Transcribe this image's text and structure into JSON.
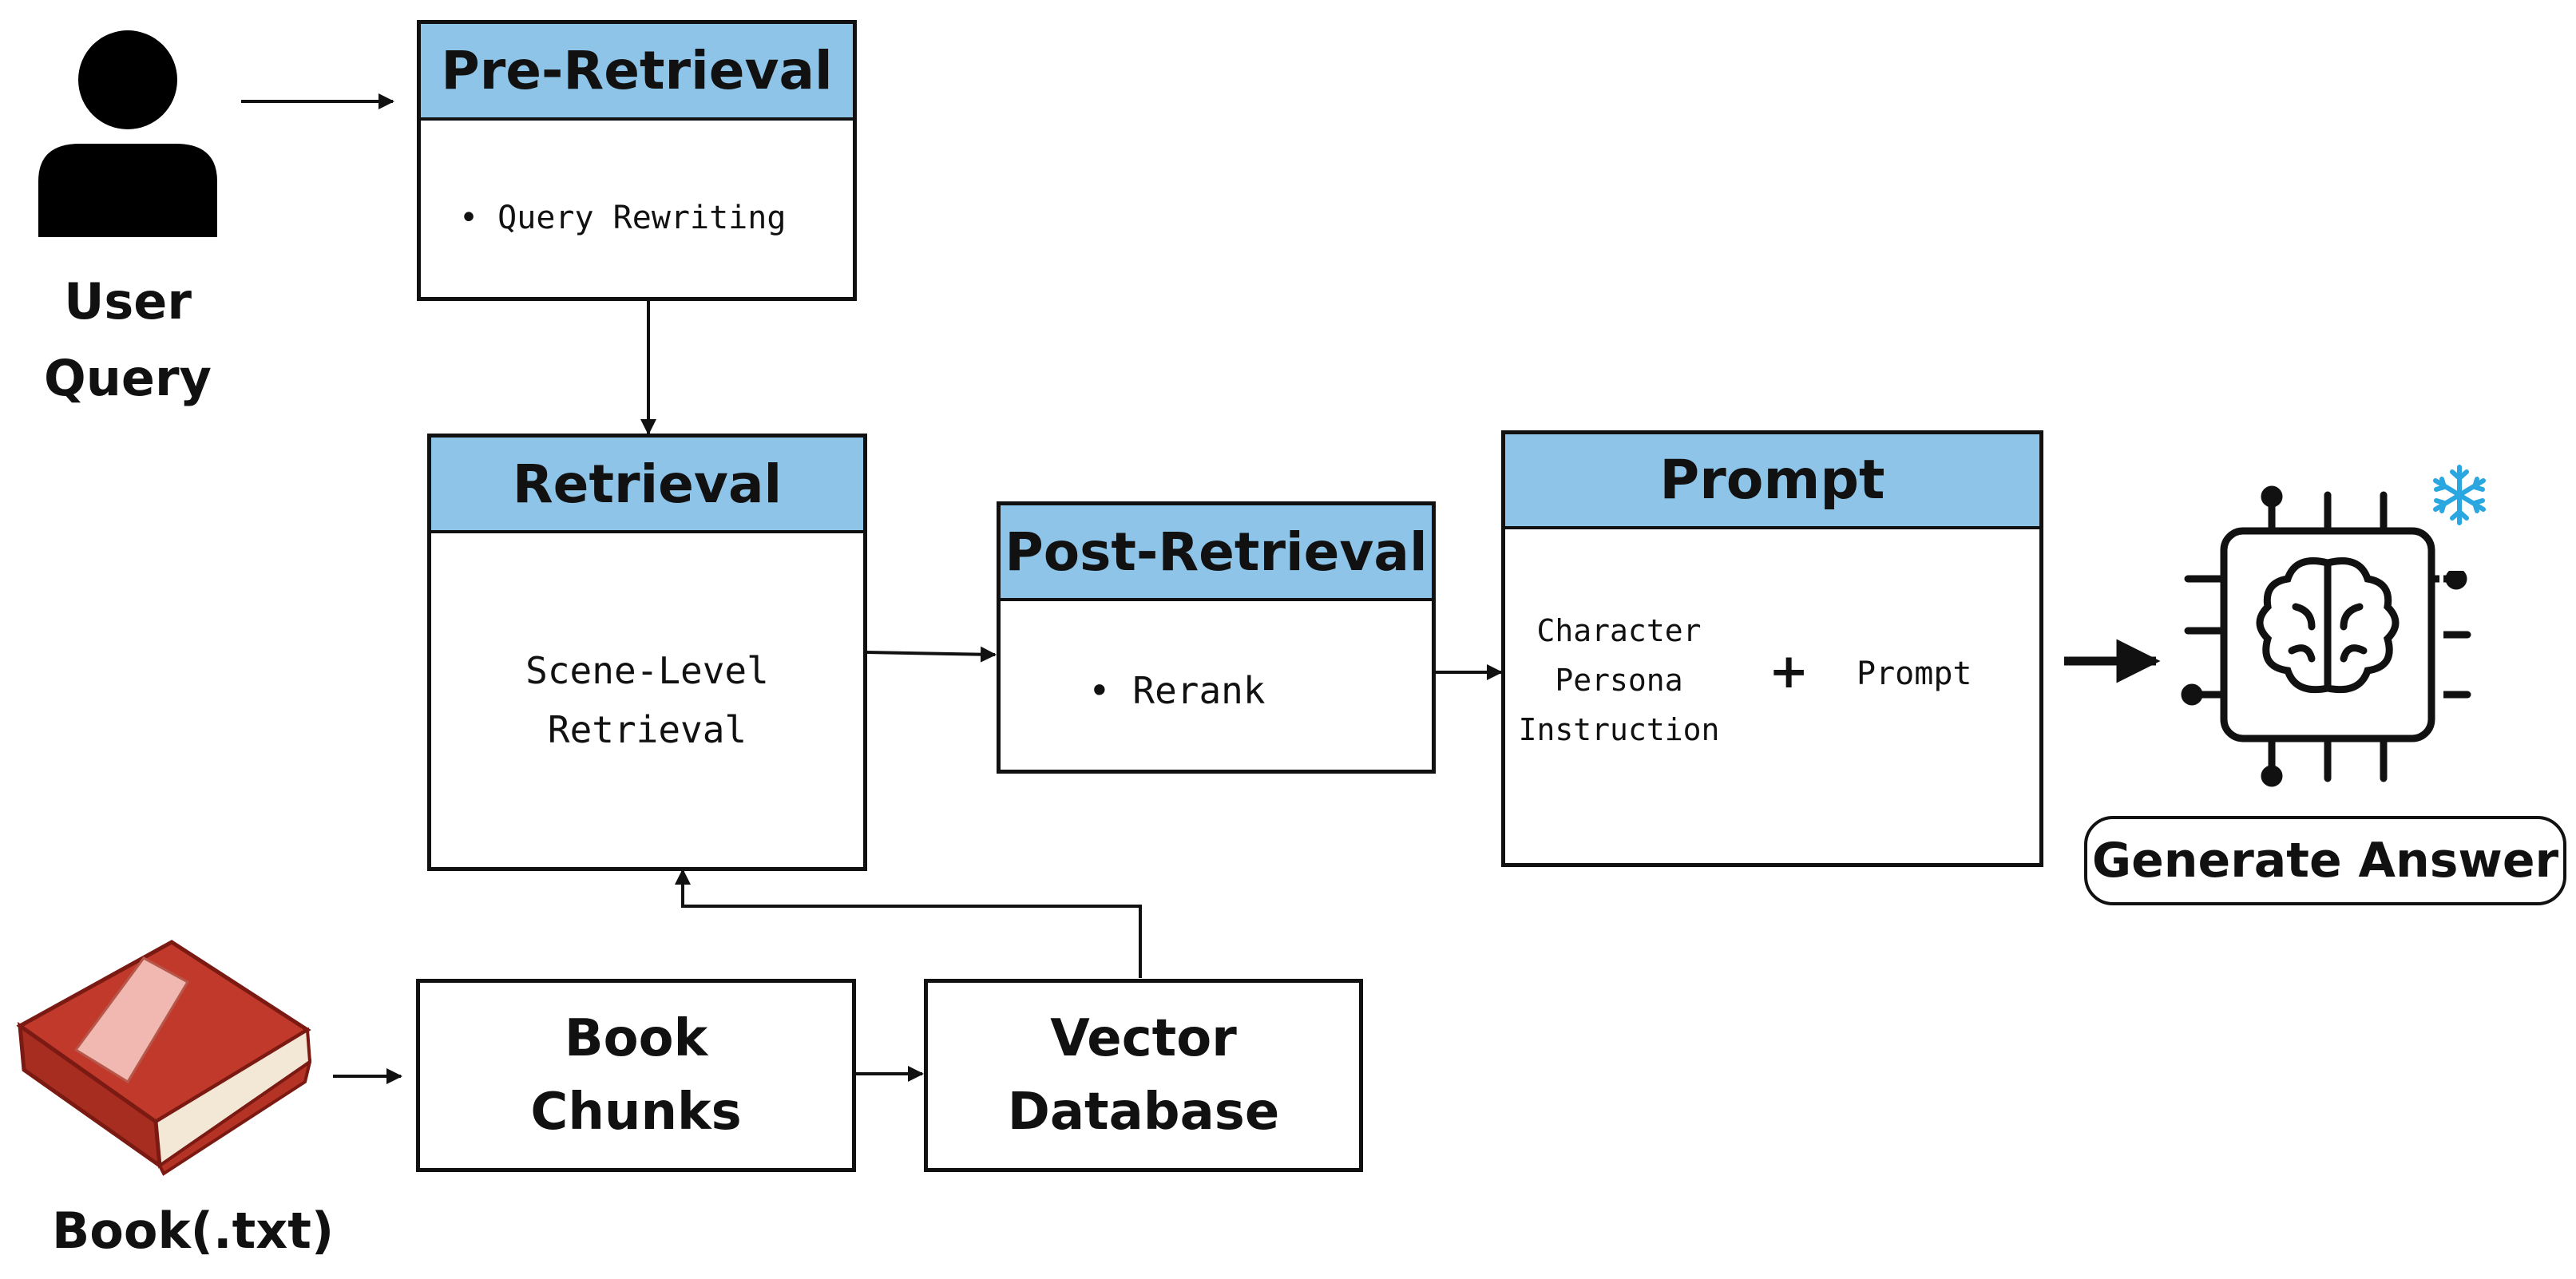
{
  "user": {
    "icon": "user-icon",
    "label_line1": "User",
    "label_line2": "Query"
  },
  "pre_retrieval": {
    "title": "Pre-Retrieval",
    "item": "• Query Rewriting"
  },
  "retrieval": {
    "title": "Retrieval",
    "line1": "Scene-Level",
    "line2": "Retrieval"
  },
  "post_retrieval": {
    "title": "Post-Retrieval",
    "item": "• Rerank"
  },
  "prompt": {
    "title": "Prompt",
    "persona_line1": "Character",
    "persona_line2": "Persona",
    "persona_line3": "Instruction",
    "plus": "+",
    "prompt_text": "Prompt"
  },
  "llm": {
    "chip_icon": "brain-chip-icon",
    "frozen_icon": "snowflake-icon",
    "label": "Generate Answer"
  },
  "book": {
    "icon": "book-icon",
    "label": "Book(.txt)"
  },
  "book_chunks": {
    "line1": "Book",
    "line2": "Chunks"
  },
  "vector_db": {
    "line1": "Vector",
    "line2": "Database"
  },
  "colors": {
    "header_fill": "#8dc4e8",
    "book_red": "#c0392b",
    "snowflake": "#2aa7e0"
  }
}
